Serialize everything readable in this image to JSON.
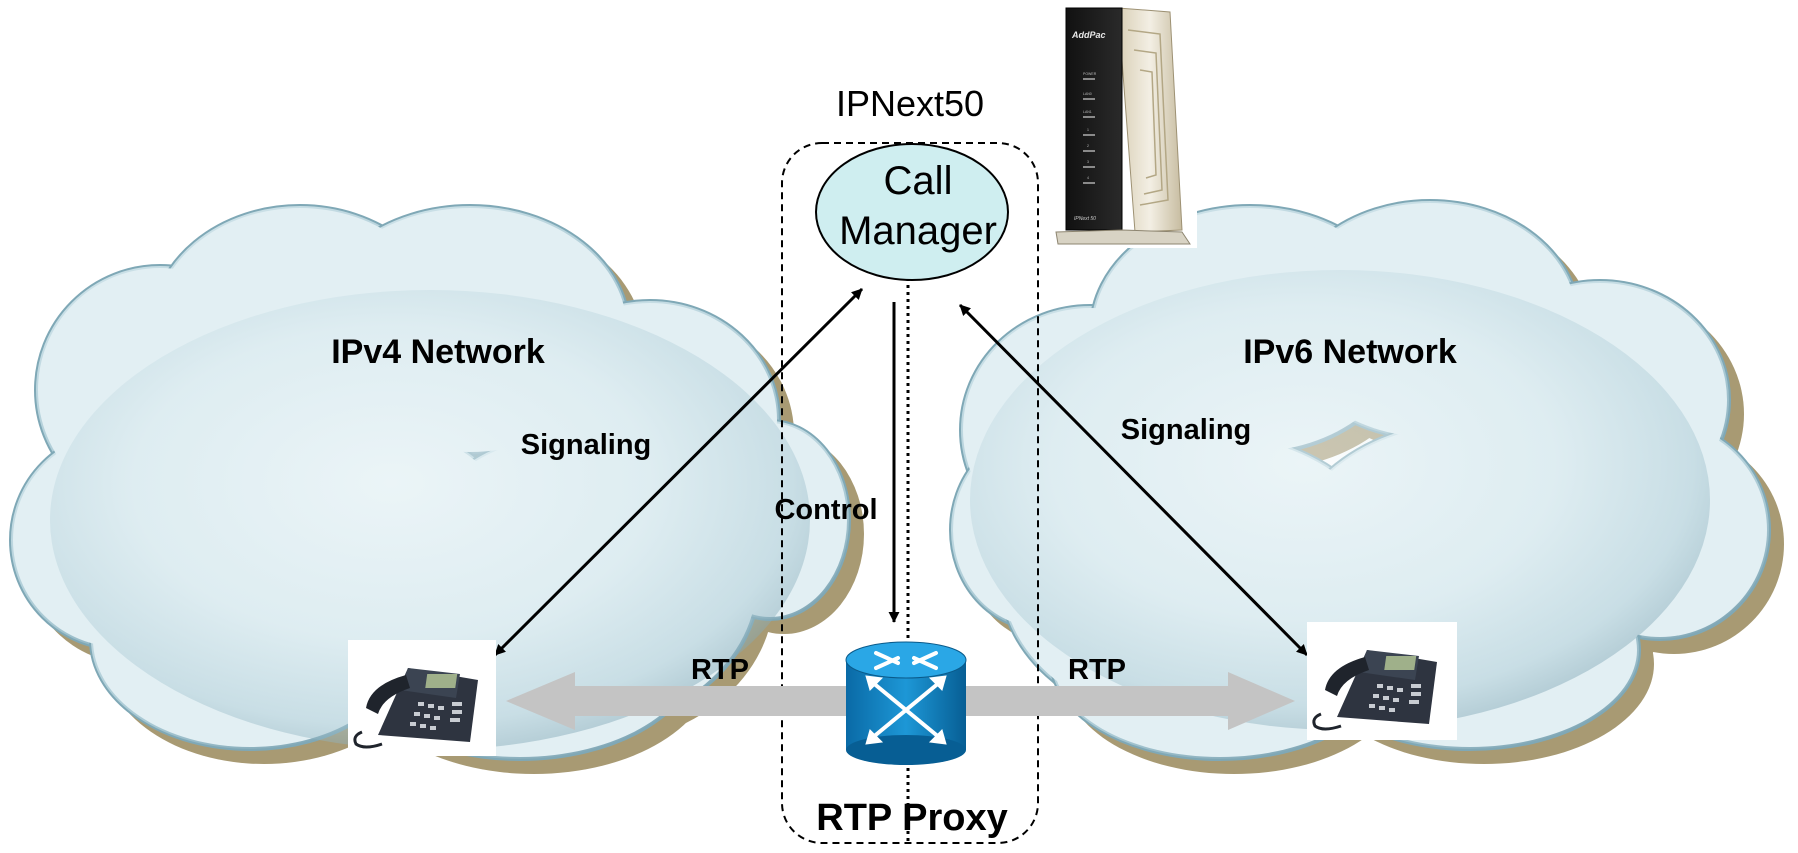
{
  "device": {
    "name": "IPNext50",
    "brand_mark": "AddPac",
    "model_mark": "IPNext 50",
    "led_labels": [
      "POWER",
      "LAN0",
      "LAN1",
      "1",
      "2",
      "3",
      "4"
    ]
  },
  "call_manager": {
    "line1": "Call",
    "line2": "Manager"
  },
  "networks": {
    "left": "IPv4 Network",
    "right": "IPv6 Network"
  },
  "flows": {
    "signaling_left": "Signaling",
    "signaling_right": "Signaling",
    "control": "Control",
    "rtp_left": "RTP",
    "rtp_right": "RTP"
  },
  "proxy": {
    "label": "RTP Proxy"
  },
  "colors": {
    "cloud_fill": "#d2e7ee",
    "cloud_shadow": "#a89a73",
    "cloud_edge": "#7fa8b6",
    "call_manager_fill": "#cfeef0",
    "rtp_arrow": "#c4c4c4",
    "router_blue": "#0a7fbf",
    "phone_body": "#2e3440"
  },
  "icons": {
    "device": "ip-pbx-device-icon",
    "router": "router-icon",
    "phone_left": "ip-phone-icon",
    "phone_right": "ip-phone-icon"
  }
}
